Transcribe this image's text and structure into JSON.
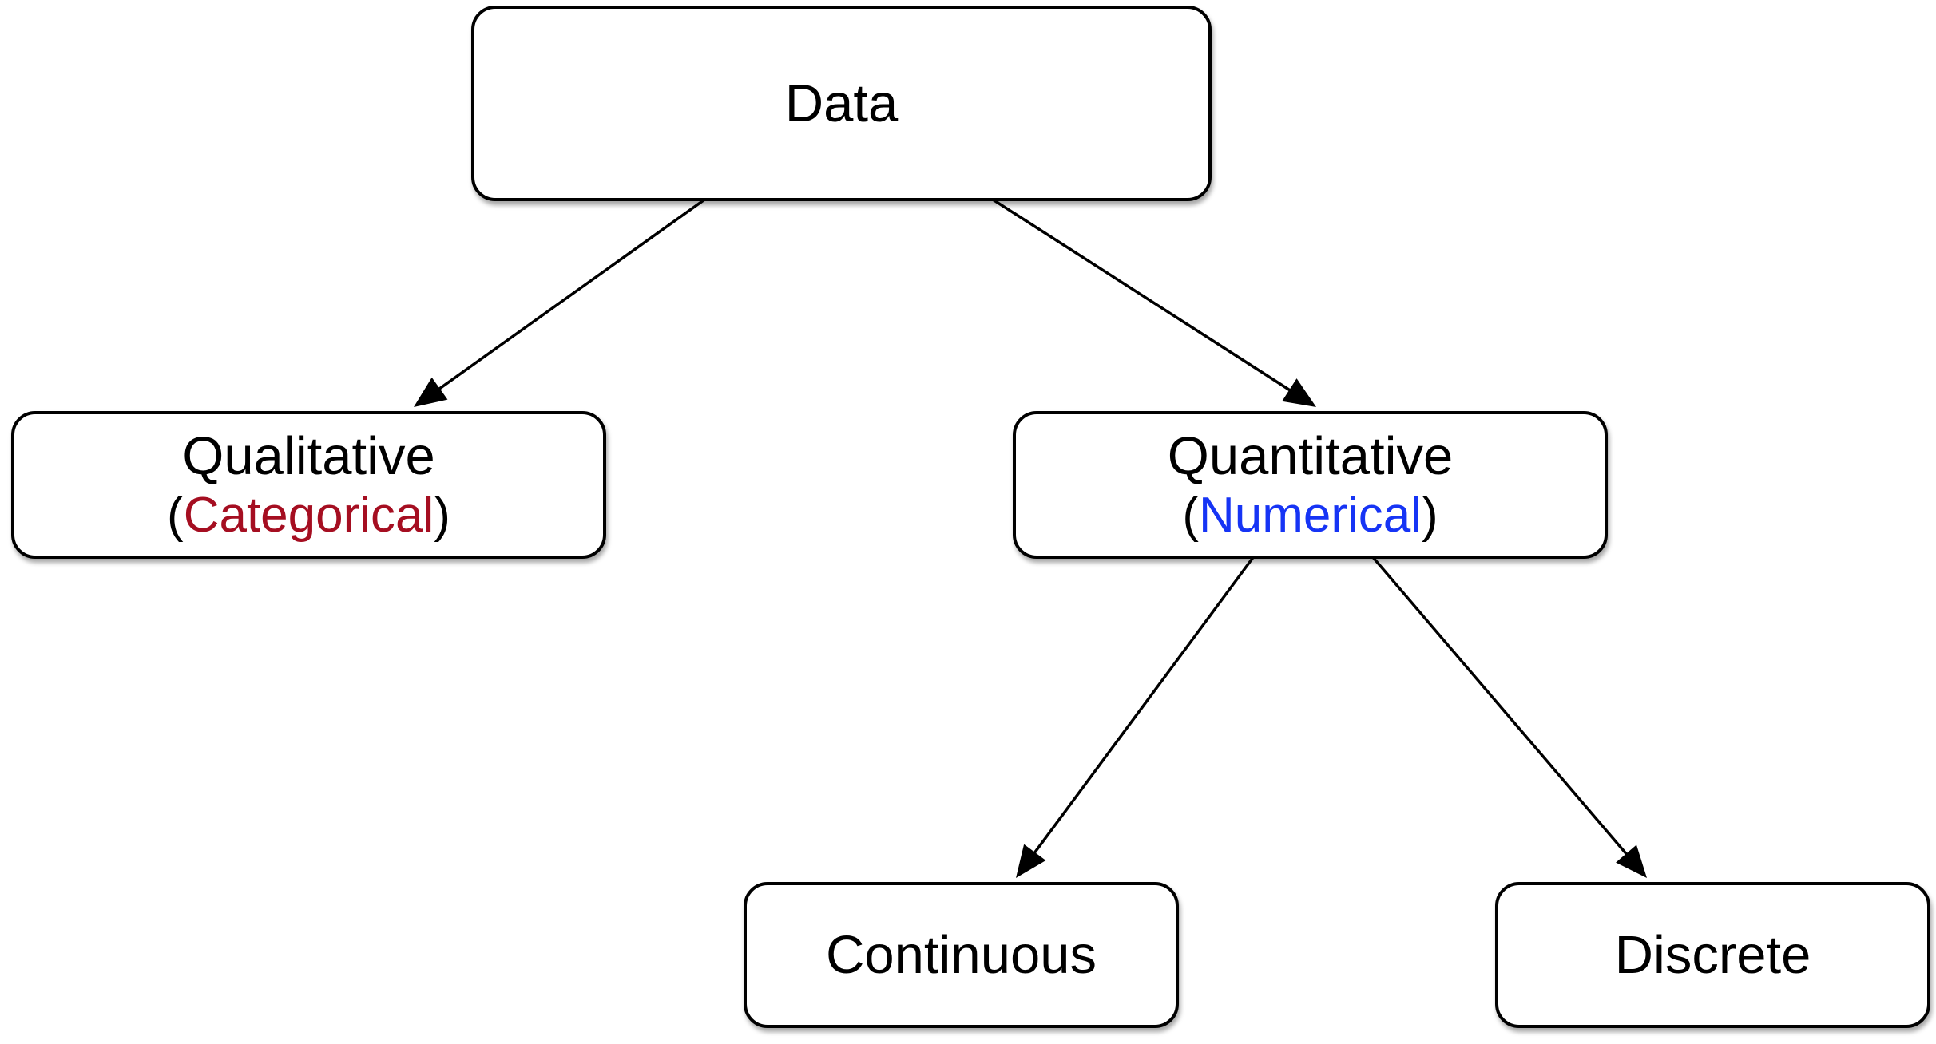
{
  "nodes": {
    "data": {
      "label": "Data"
    },
    "qualitative": {
      "label": "Qualitative",
      "sub_open": "(",
      "sub_label": "Categorical",
      "sub_close": ")",
      "sub_color": "#A50E21"
    },
    "quantitative": {
      "label": "Quantitative",
      "sub_open": "(",
      "sub_label": "Numerical",
      "sub_close": ")",
      "sub_color": "#1634F5"
    },
    "continuous": {
      "label": "Continuous"
    },
    "discrete": {
      "label": "Discrete"
    }
  },
  "edges": [
    {
      "from": "data",
      "to": "qualitative"
    },
    {
      "from": "data",
      "to": "quantitative"
    },
    {
      "from": "quantitative",
      "to": "continuous"
    },
    {
      "from": "quantitative",
      "to": "discrete"
    }
  ],
  "colors": {
    "line": "#000000",
    "box_border": "#000000",
    "box_fill": "#ffffff"
  }
}
